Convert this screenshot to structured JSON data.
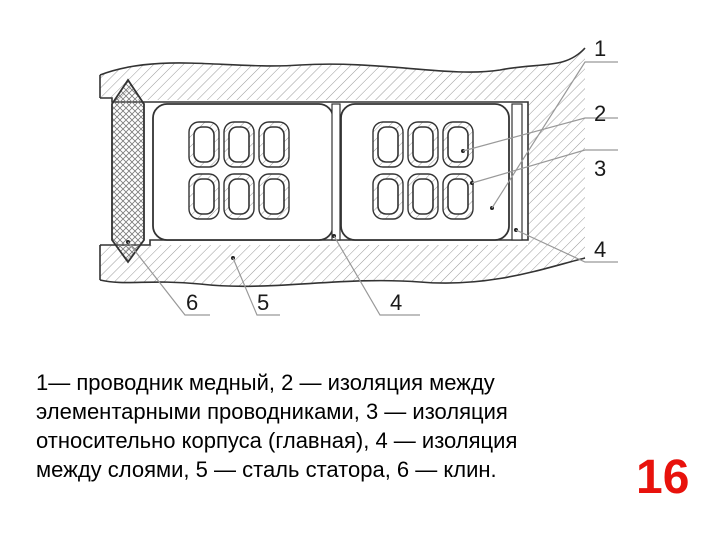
{
  "diagram": {
    "callouts": {
      "c1": "1",
      "c2": "2",
      "c3": "3",
      "c4_right": "4",
      "c6": "6",
      "c5": "5",
      "c4_bottom": "4"
    },
    "colors": {
      "line": "#333333",
      "hatch": "#9a9a9a",
      "label_line": "#999999"
    }
  },
  "caption": {
    "line1": "1— проводник медный, 2 — изоляция между",
    "line2": "элементарными проводниками, 3 — изоляция",
    "line3": "относительно корпуса (главная), 4 — изоляция",
    "line4": "между слоями, 5 — сталь статора, 6 — клин."
  },
  "slide_number": "16",
  "accent_color": "#e8120c"
}
